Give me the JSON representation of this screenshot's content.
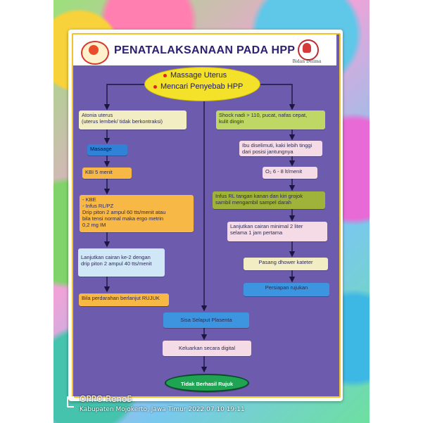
{
  "poster": {
    "title": "PENATALAKSANAAN PADA HPP",
    "logo_right_caption": "Bidan Delima",
    "top_oval": {
      "line1": "Massage Uterus",
      "line2": "Mencari Penyebab HPP"
    }
  },
  "left_branch": [
    {
      "id": "atonia",
      "lines": [
        "Atonia uterus",
        "(uterus lembek/ tidak berkontraksi)"
      ]
    },
    {
      "id": "massage",
      "lines": [
        "Masaage"
      ]
    },
    {
      "id": "kbi",
      "lines": [
        "KBI 5 menit"
      ]
    },
    {
      "id": "kbe",
      "lines": [
        "- KBE",
        "- Infus RL/PZ",
        "  Drip piton 2 ampul 60 tts/menit atau",
        "  bila tensi normal maka ergo metrin",
        "  0,2 mg IM"
      ]
    },
    {
      "id": "lanjutkan",
      "lines": [
        "Lanjutkan cairan ke-2 dengan",
        "drip piton 2 ampul 40 tts/menit"
      ]
    },
    {
      "id": "rujuk",
      "lines": [
        "Bila perdarahan berlanjut RUJUK"
      ]
    }
  ],
  "right_branch": [
    {
      "id": "shock",
      "lines": [
        "Shock nadi > 110, pucat, nafas cepat,",
        "kulit dingin"
      ]
    },
    {
      "id": "selimut",
      "lines": [
        "Ibu diselimuti, kaki lebih tinggi",
        "dari posisi jantungnya"
      ]
    },
    {
      "id": "oksigen",
      "lines": [
        "O₂ 6 - 8 lt/menit"
      ]
    },
    {
      "id": "infus",
      "lines": [
        "Infus RL tangan kanan dan kiri grojok",
        "sambil mengambil sampel darah"
      ]
    },
    {
      "id": "cairan",
      "lines": [
        "Lanjutkan cairan minimal 2 liter",
        "selama 1 jam pertama"
      ]
    },
    {
      "id": "kateter",
      "lines": [
        "Pasang dhower kateter"
      ]
    },
    {
      "id": "rujukan",
      "lines": [
        "Persiapan rujukan"
      ]
    }
  ],
  "center_flow": {
    "sisa": "Sisa Selaput Plasenta",
    "keluarkan": "Keluarkan secara digital",
    "final": "Tidak Berhasil Rujuk"
  },
  "photo_caption": {
    "device": "OPPO Reno5",
    "location": "Kabupaten Mojokerto, Jawa Timur   2022.07.10 19:11"
  },
  "colors": {
    "panel": "#6d5bae",
    "border": "#f1c22c",
    "oval": "#f3e12a",
    "box_cream": "#f3edc4",
    "box_blue": "#2f82d6",
    "box_orange": "#f7b845",
    "box_lightblue": "#cfe7f7",
    "box_pink": "#f5dbe5",
    "box_green": "#bed765",
    "box_olive": "#9fb33a",
    "final_green": "#1fa453"
  }
}
